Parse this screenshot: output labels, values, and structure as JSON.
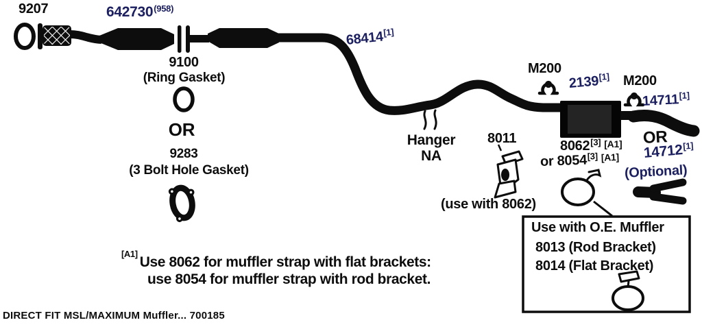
{
  "colors": {
    "ink": "#0d0d0d",
    "part_blue": "#1c2060",
    "background": "#ffffff"
  },
  "labels": {
    "part_9207": "9207",
    "part_642730": {
      "text": "642730",
      "sup": "(958)"
    },
    "part_9100": "9100",
    "ring_gasket_caption": "(Ring Gasket)",
    "or_gaskets": "OR",
    "part_9283": "9283",
    "bolt_gasket_caption": "(3 Bolt Hole Gasket)",
    "part_68414": {
      "text": "68414",
      "sup": "[1]"
    },
    "hanger": {
      "line1": "Hanger",
      "line2": "NA"
    },
    "part_8011": "8011",
    "use_with_8062": "(use with 8062)",
    "m200_left": "M200",
    "part_2139": {
      "text": "2139",
      "sup": "[1]"
    },
    "m200_right": "M200",
    "part_14711": {
      "text": "14711",
      "sup": "[1]"
    },
    "part_8062": {
      "text": "8062",
      "sup": "[3]",
      "note": "[A1]"
    },
    "part_8054": {
      "prefix": "or ",
      "text": "8054",
      "sup": "[3]",
      "note": "[A1]"
    },
    "or_tailpipe": "OR",
    "part_14712": {
      "text": "14712",
      "sup": "[1]"
    },
    "optional_caption": "(Optional)"
  },
  "callout_box": {
    "title": "Use with O.E. Muffler",
    "line1": "8013 (Rod Bracket)",
    "line2": "8014 (Flat Bracket)"
  },
  "footnote": {
    "marker": "[A1]",
    "line1": "Use 8062 for muffler strap with flat brackets:",
    "line2": "use 8054 for muffler strap with rod bracket."
  },
  "footer_text": "DIRECT FIT MSL/MAXIMUM Muffler... 700185"
}
